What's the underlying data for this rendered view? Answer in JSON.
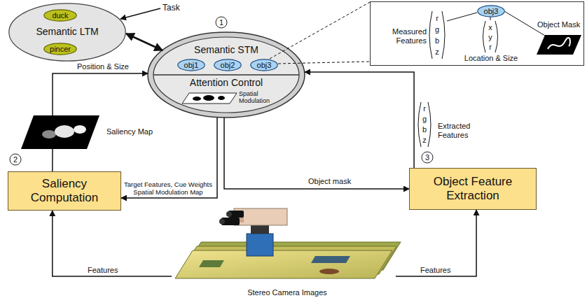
{
  "diagram": {
    "nodes": [
      {
        "text": [
          "Semantic LTM"
        ]
      },
      {
        "text": [
          "duck"
        ],
        "in": 0
      },
      {
        "text": [
          "pincer"
        ],
        "in": 0
      },
      {
        "text": [
          "Semantic STM"
        ]
      },
      {
        "text": [
          "obj1"
        ],
        "in": 3
      },
      {
        "text": [
          "obj2"
        ],
        "in": 3
      },
      {
        "text": [
          "obj3"
        ],
        "in": 3
      },
      {
        "text": [
          "Attention Control",
          "Spatial Modulation"
        ]
      },
      {
        "text": [
          "Measured Features",
          "Location & Size",
          "Object Mask"
        ]
      },
      {
        "text": [
          "obj3"
        ],
        "in": 8
      },
      {
        "text": [
          "Saliency Computation"
        ]
      },
      {
        "text": [
          "Object Feature Extraction"
        ]
      },
      {
        "text": [
          "Saliency Map"
        ]
      },
      {
        "text": [
          "Stereo Camera Images"
        ]
      }
    ],
    "edges": [
      {
        "from": 0,
        "to": 3,
        "arrow": "both"
      },
      {
        "from": 7,
        "to": 10,
        "label": "Target Features, Cue Weights Spatial Modulation Map",
        "arrow": "to"
      },
      {
        "from": 7,
        "to": 11,
        "label": "Object mask",
        "arrow": "to"
      },
      {
        "from": 11,
        "to": 3,
        "label": "Extracted Features",
        "arrow": "to"
      },
      {
        "from": 12,
        "to": 3,
        "label": "Position & Size",
        "arrow": "to"
      },
      {
        "from": 10,
        "to": 12,
        "arrow": "none"
      },
      {
        "from": 13,
        "to": 10,
        "label": "Features",
        "arrow": "to"
      },
      {
        "from": 13,
        "to": 11,
        "label": "Features",
        "arrow": "to"
      },
      {
        "from": 6,
        "to": 8,
        "arrow": "none"
      },
      {
        "from": 6,
        "to": 8,
        "arrow": "none"
      }
    ],
    "labels": [
      "Task",
      "1",
      "r g b z",
      "x y r",
      "2",
      "3",
      "r g b z"
    ]
  }
}
